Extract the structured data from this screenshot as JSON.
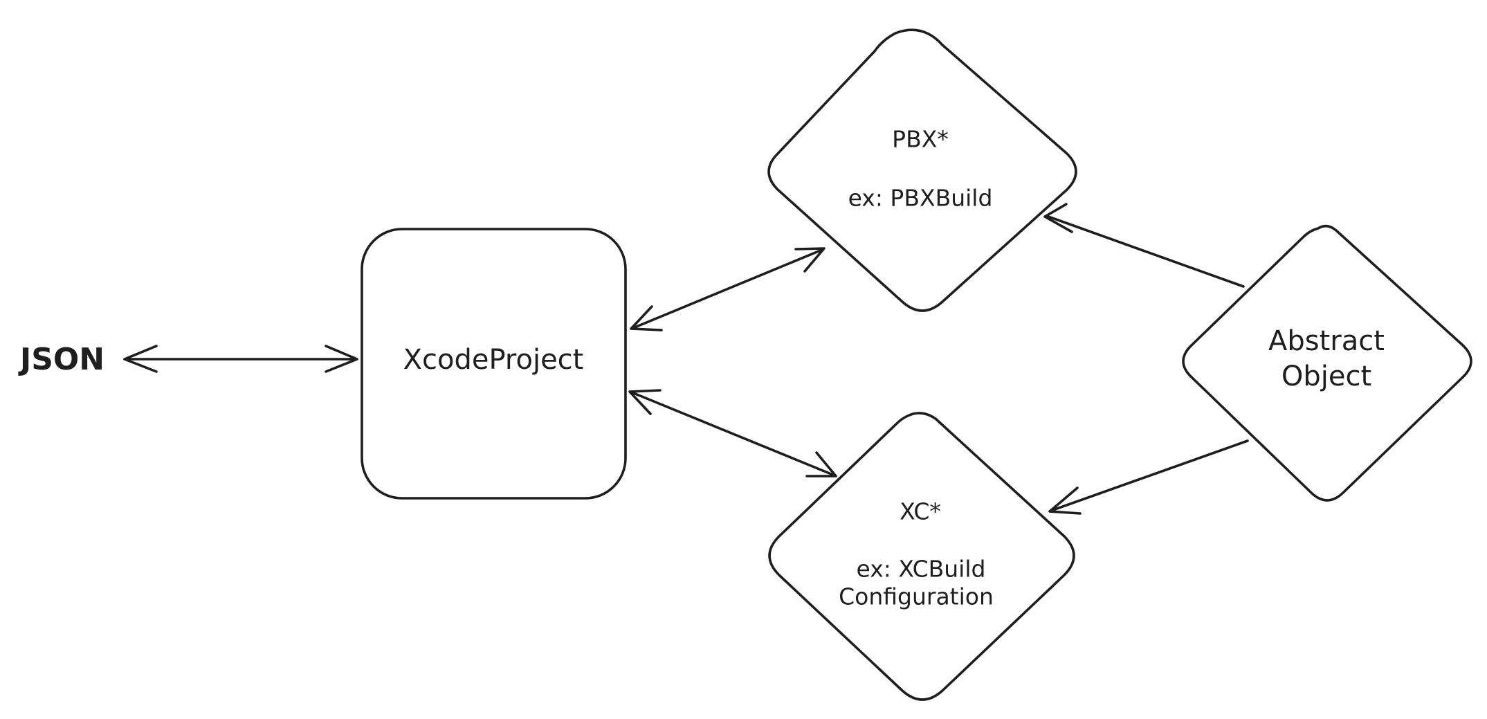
{
  "diagram": {
    "nodes": {
      "json": {
        "label": "JSON"
      },
      "xcode_project": {
        "label": "XcodeProject"
      },
      "pbx": {
        "title": "PBX*",
        "example": "ex: PBXBuild"
      },
      "xc": {
        "title": "XC*",
        "example_line1": "ex: XCBuild",
        "example_line2": "Configuration"
      },
      "abstract_object": {
        "line1": "Abstract",
        "line2": "Object"
      }
    },
    "edges": [
      {
        "from": "JSON",
        "to": "XcodeProject",
        "direction": "both"
      },
      {
        "from": "XcodeProject",
        "to": "PBX*",
        "direction": "both"
      },
      {
        "from": "XcodeProject",
        "to": "XC*",
        "direction": "both"
      },
      {
        "from": "Abstract Object",
        "to": "PBX*",
        "direction": "forward"
      },
      {
        "from": "Abstract Object",
        "to": "XC*",
        "direction": "forward"
      }
    ],
    "colors": {
      "stroke": "#1e1e1e",
      "background": "#ffffff"
    }
  }
}
